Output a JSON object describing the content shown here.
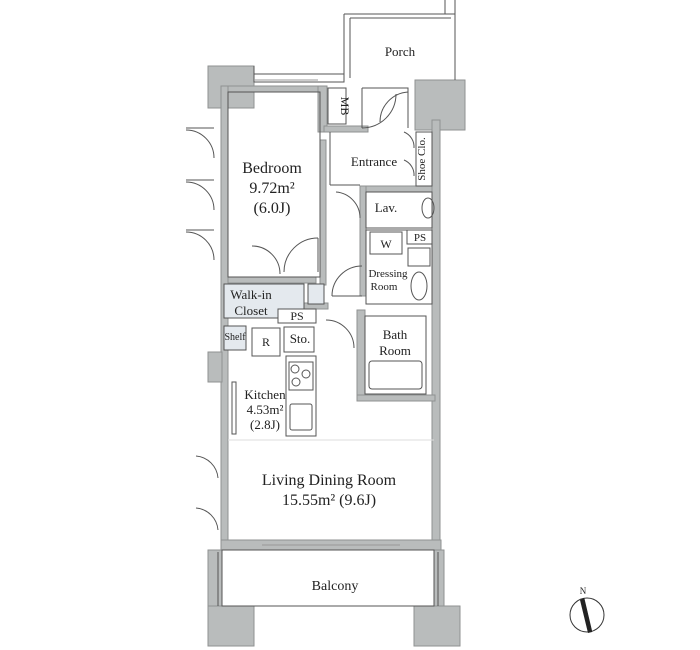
{
  "rooms": {
    "porch": "Porch",
    "mb": "MB",
    "entrance": "Entrance",
    "shoe_closet": "Shoe Clo.",
    "bedroom": {
      "name": "Bedroom",
      "area": "9.72m²",
      "jo": "(6.0J)"
    },
    "lavatory": "Lav.",
    "washer": "W",
    "ps_upper": "PS",
    "dressing_room": [
      "Dressing",
      "Room"
    ],
    "walk_in_closet": [
      "Walk-in",
      "Closet"
    ],
    "ps_lower": "PS",
    "shelf": "Shelf",
    "refrigerator": "R",
    "storage": "Sto.",
    "bath_room": [
      "Bath",
      "Room"
    ],
    "kitchen": {
      "name": "Kitchen",
      "area": "4.53m²",
      "jo": "(2.8J)"
    },
    "living_dining": {
      "name": "Living Dining Room",
      "area": "15.55m² (9.6J)"
    },
    "balcony": "Balcony"
  },
  "compass": {
    "label": "N"
  },
  "colors": {
    "wall": "#b9bcbc",
    "wall_edge": "#8f9292",
    "closet_fill": "#e4e9ee",
    "line": "#555555"
  }
}
